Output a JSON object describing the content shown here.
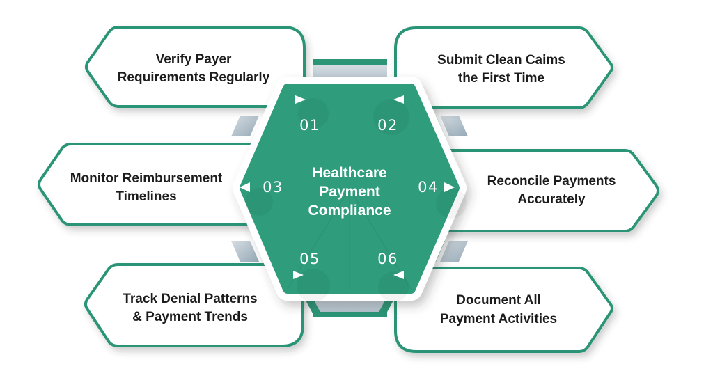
{
  "colors": {
    "green": "#2F9C7C",
    "border-green": "#2B9576",
    "silver-light": "#d6dde3",
    "silver-mid": "#b3c2cc",
    "silver-dark": "#95a9b6",
    "text-dark": "#1c1c1c",
    "bg": "#ffffff"
  },
  "hexagon": {
    "title_lines": [
      "Healthcare",
      "Payment",
      "Compliance"
    ]
  },
  "steps": [
    {
      "number": "01",
      "line1": "Verify Payer",
      "line2": "Requirements Regularly"
    },
    {
      "number": "02",
      "line1": "Submit Clean Caims",
      "line2": "the First Time"
    },
    {
      "number": "03",
      "line1": "Monitor Reimbursement",
      "line2": "Timelines"
    },
    {
      "number": "04",
      "line1": "Reconcile Payments",
      "line2": "Accurately"
    },
    {
      "number": "05",
      "line1": "Track Denial Patterns",
      "line2": "& Payment Trends"
    },
    {
      "number": "06",
      "line1": "Document All",
      "line2": "Payment Activities"
    }
  ]
}
